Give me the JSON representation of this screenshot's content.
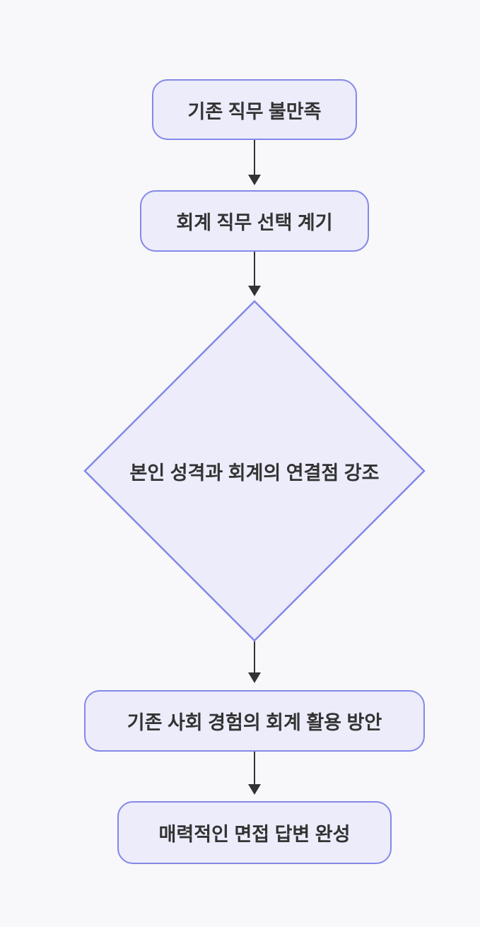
{
  "diagram": {
    "type": "flowchart",
    "direction": "top-down",
    "colors": {
      "background": "#F8F8FA",
      "node_fill": "#ECECFB",
      "node_border": "#8488E8",
      "text": "#333333",
      "arrow": "#333333"
    },
    "nodes": [
      {
        "id": "A",
        "shape": "rounded-rect",
        "label": "기존 직무 불만족"
      },
      {
        "id": "B",
        "shape": "rounded-rect",
        "label": "회계 직무 선택 계기"
      },
      {
        "id": "C",
        "shape": "diamond",
        "label": "본인 성격과 회계의 연결점 강조"
      },
      {
        "id": "D",
        "shape": "rounded-rect",
        "label": "기존 사회 경험의 회계 활용 방안"
      },
      {
        "id": "E",
        "shape": "rounded-rect",
        "label": "매력적인 면접 답변 완성"
      }
    ],
    "edges": [
      {
        "from": "A",
        "to": "B",
        "style": "arrow"
      },
      {
        "from": "B",
        "to": "C",
        "style": "arrow"
      },
      {
        "from": "C",
        "to": "D",
        "style": "arrow"
      },
      {
        "from": "D",
        "to": "E",
        "style": "arrow"
      }
    ]
  }
}
